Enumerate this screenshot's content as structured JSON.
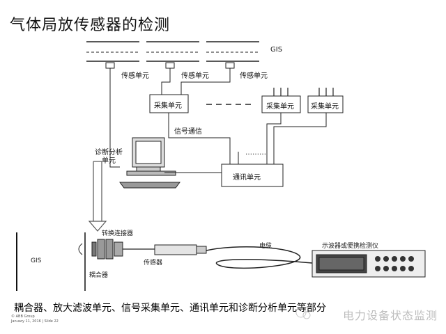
{
  "title": "气体局放传感器的检测",
  "top": {
    "gis_label": "GIS",
    "sensor_labels": [
      "传感单元",
      "传感单元",
      "传感单元"
    ],
    "collect_labels": [
      "采集单元",
      "采集单元",
      "采集单元"
    ],
    "signal_comm": "信号通信",
    "diag_line1": "诊断分析",
    "diag_line2": "单元",
    "comm_unit": "通讯单元",
    "dots": "………"
  },
  "bottom": {
    "gis_label": "GIS",
    "converter_label": "转换连接器",
    "coupler_label": "耦合器",
    "sensor_label": "传感器",
    "cable_label": "电缆",
    "instrument_label": "示波器或便携检测仪"
  },
  "caption": "耦合器、放大滤波单元、信号采集单元、通讯单元和诊断分析单元等部分",
  "footer": {
    "line1": "© ABB Group",
    "line2": "January 11, 2016 | Slide 22"
  },
  "watermark": "电力设备状态监测"
}
